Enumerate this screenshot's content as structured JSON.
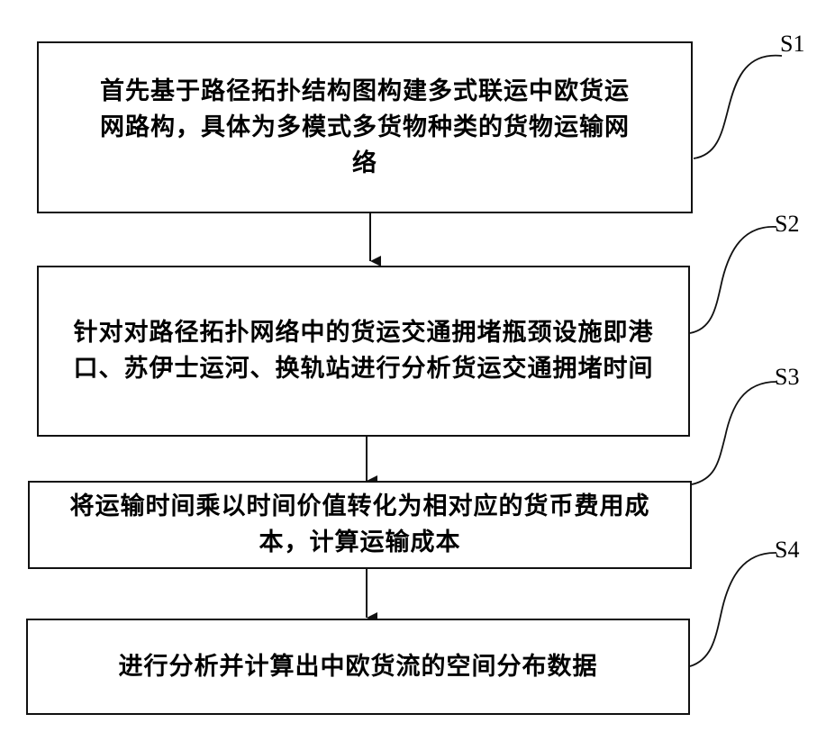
{
  "steps": [
    {
      "id": "S1",
      "text": "首先基于路径拓扑结构图构建多式联运中欧货运网路构，具体为多模式多货物种类的货物运输网络"
    },
    {
      "id": "S2",
      "text": "针对对路径拓扑网络中的货运交通拥堵瓶颈设施即港口、苏伊士运河、换轨站进行分析货运交通拥堵时间"
    },
    {
      "id": "S3",
      "text": "将运输时间乘以时间价值转化为相对应的货币费用成本，计算运输成本"
    },
    {
      "id": "S4",
      "text": "进行分析并计算出中欧货流的空间分布数据"
    }
  ]
}
